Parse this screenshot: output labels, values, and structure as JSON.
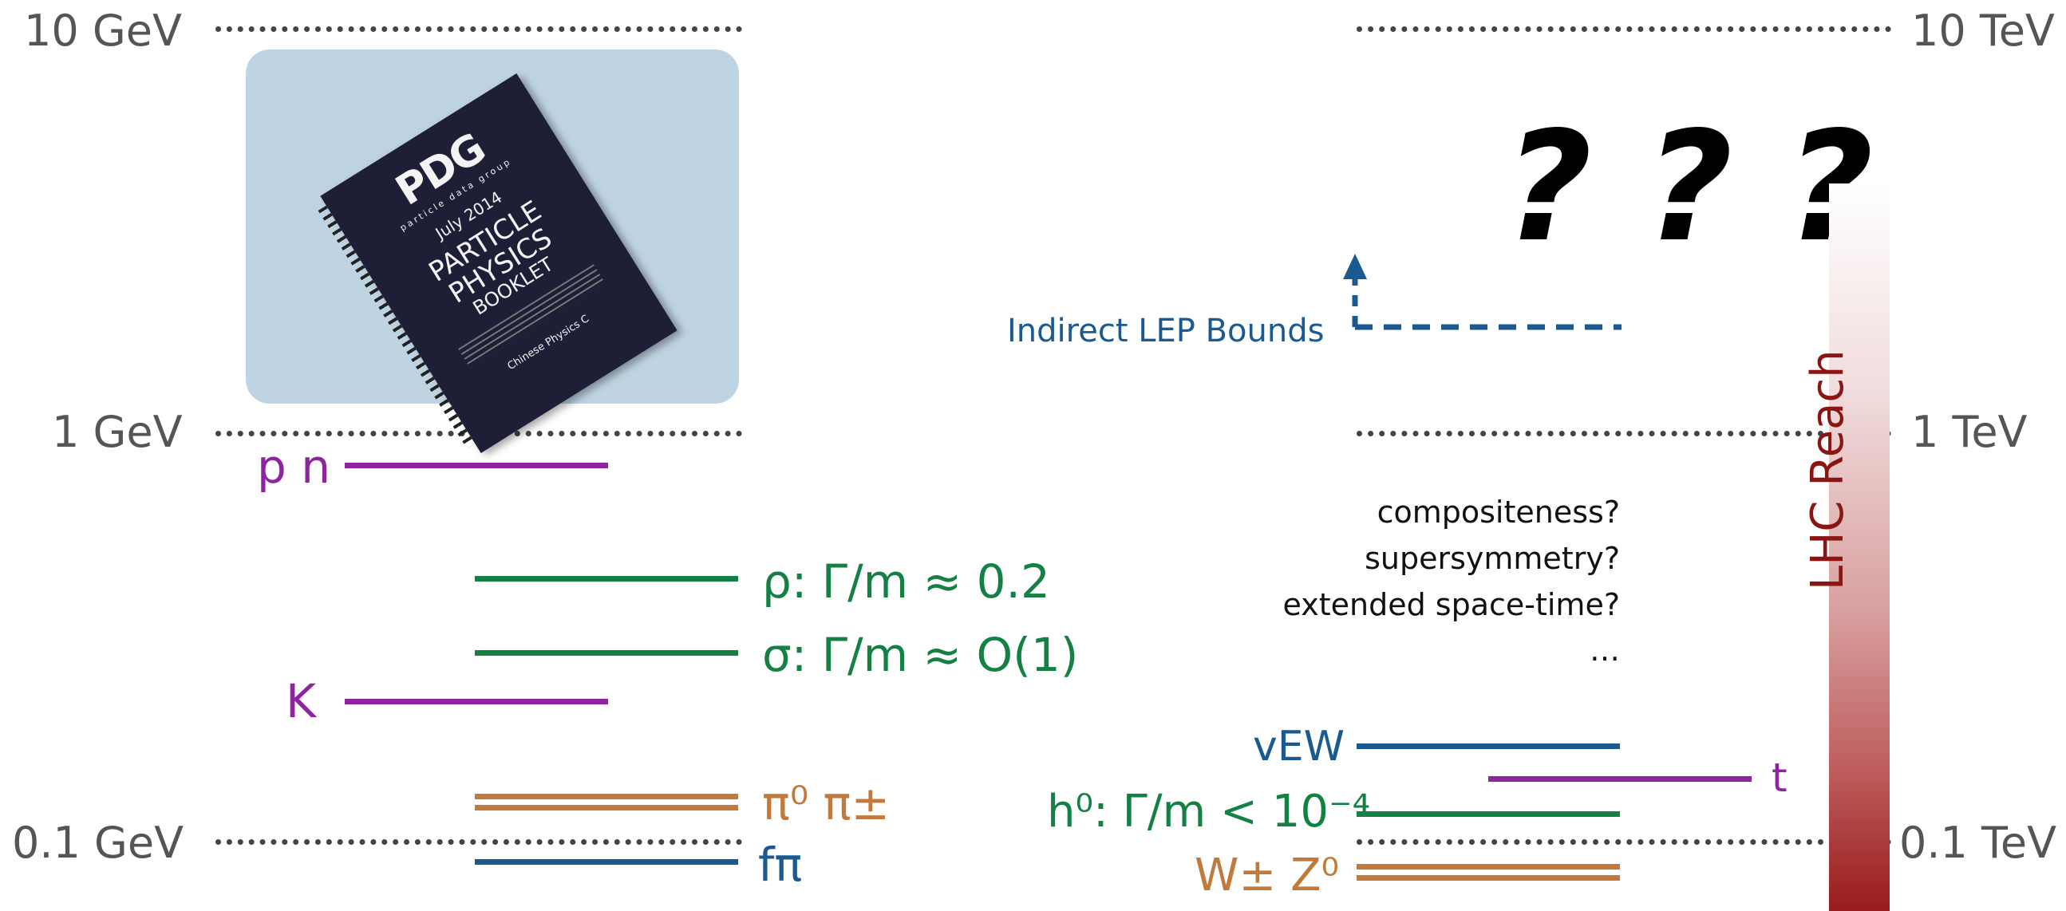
{
  "scale": {
    "left": {
      "top": "10 GeV",
      "mid": "1 GeV",
      "bottom": "0.1 GeV"
    },
    "right": {
      "top": "10 TeV",
      "mid": "1 TeV",
      "bottom": "0.1 TeV"
    }
  },
  "booklet": {
    "logo": "PDG",
    "org": "particle data group",
    "date": "July 2014",
    "title_lines": [
      "PARTICLE",
      "PHYSICS",
      "BOOKLET"
    ],
    "imprint": "Chinese Physics C"
  },
  "left_levels": {
    "nucleons": "p n",
    "rho": "ρ:  Γ/m ≈ 0.2",
    "sigma": "σ:  Γ/m ≈ O(1)",
    "kaon": "K",
    "pion": "π⁰ π±",
    "fpi": "fπ"
  },
  "right_levels": {
    "unknown": "? ? ?",
    "lep": "Indirect LEP Bounds",
    "possibilities": [
      "compositeness?",
      "supersymmetry?",
      "extended space-time?",
      "…"
    ],
    "vew": "vEW",
    "top": "t",
    "higgs": "h⁰: Γ/m < 10⁻⁴",
    "wz": "W± Z⁰"
  },
  "lhc": {
    "label": "LHC Reach"
  },
  "colors": {
    "purple": "#8e24a0",
    "green": "#148144",
    "orange": "#c27a3c",
    "blue": "#1b5a91",
    "lhc": "#8b1515",
    "gray": "#555555"
  }
}
